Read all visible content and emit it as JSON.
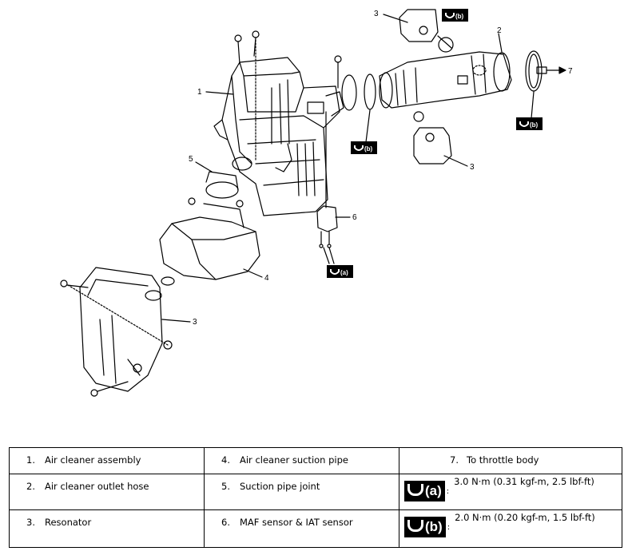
{
  "callouts": {
    "c1": "1",
    "c2": "2",
    "c3a": "3",
    "c3b": "3",
    "c3c": "3",
    "c4": "4",
    "c5": "5",
    "c6": "6",
    "c7": "7"
  },
  "tool_badges": {
    "b_top": "(b)",
    "b_mid": "(b)",
    "b_right": "(b)",
    "a_lower": "(a)"
  },
  "legend": {
    "rows": [
      {
        "n1": "1.",
        "l1": "Air cleaner assembly",
        "n2": "4.",
        "l2": "Air cleaner suction pipe",
        "n3": "7.",
        "l3": "To throttle body"
      },
      {
        "n1": "2.",
        "l1": "Air cleaner outlet hose",
        "n2": "5.",
        "l2": "Suction pipe joint",
        "badge": "(a)",
        "torque": "3.0 N·m (0.31 kgf-m, 2.5 lbf-ft)"
      },
      {
        "n1": "3.",
        "l1": "Resonator",
        "n2": "6.",
        "l2": "MAF sensor & IAT sensor",
        "badge": "(b)",
        "torque": "2.0 N·m (0.20 kgf-m, 1.5 lbf-ft)"
      }
    ],
    "colon": ":"
  }
}
